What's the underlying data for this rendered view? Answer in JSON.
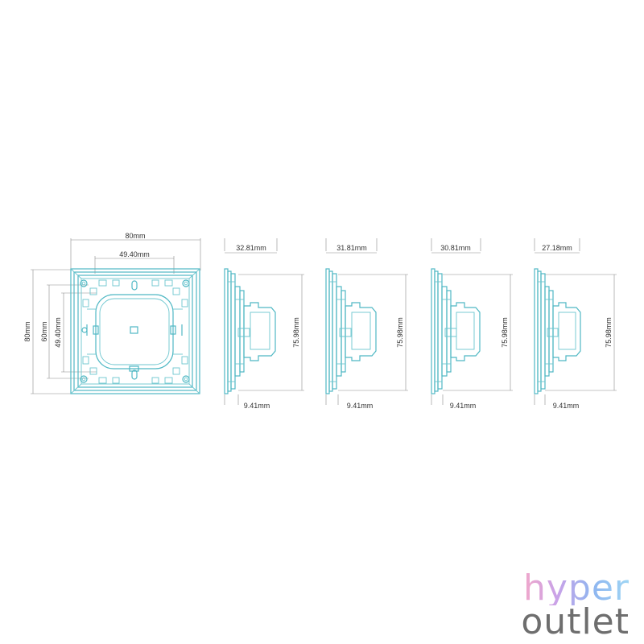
{
  "front_view": {
    "top_width_label": "80mm",
    "inner_width_label": "49.40mm",
    "height_label": "80mm",
    "mid_height_label": "60mm",
    "inner_height_label": "49.40mm"
  },
  "side_views": [
    {
      "depth_label": "32.81mm",
      "height_label": "75.98mm",
      "bottom_label": "9.41mm"
    },
    {
      "depth_label": "31.81mm",
      "height_label": "75.98mm",
      "bottom_label": "9.41mm"
    },
    {
      "depth_label": "30.81mm",
      "height_label": "75.98mm",
      "bottom_label": "9.41mm"
    },
    {
      "depth_label": "27.18mm",
      "height_label": "75.98mm",
      "bottom_label": "9.41mm"
    }
  ],
  "logo": {
    "line1": "hyper",
    "line2": "outlet"
  },
  "colors": {
    "line": "#4fb8c4",
    "dimension": "#8a8a8a",
    "text": "#333333"
  }
}
